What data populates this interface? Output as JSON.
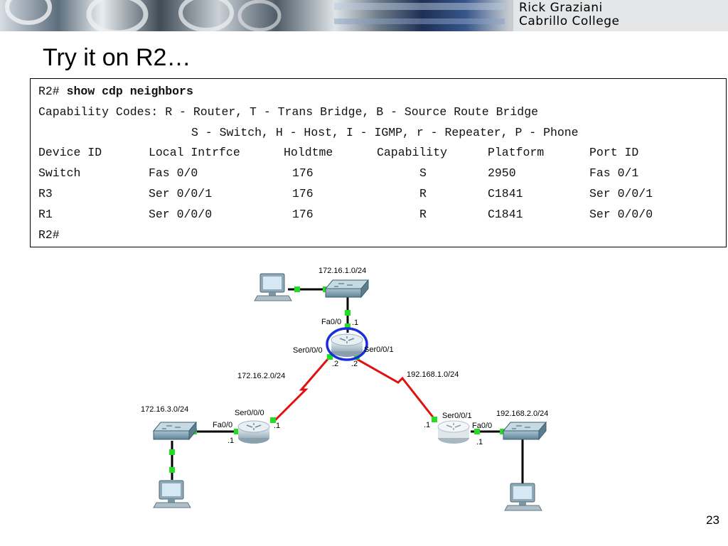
{
  "banner": {
    "line1": "Rick Graziani",
    "line2": "Cabrillo College"
  },
  "slide": {
    "title": "Try it on R2…",
    "page_number": "23"
  },
  "cli": {
    "prompt": "R2#",
    "command": "show cdp neighbors",
    "cap_line1": "Capability Codes: R - Router, T - Trans Bridge, B - Source Route Bridge",
    "cap_line2": "S - Switch, H - Host, I - IGMP, r - Repeater, P - Phone",
    "headers": [
      "Device ID",
      "Local Intrfce",
      "Holdtme",
      "Capability",
      "Platform",
      "Port ID"
    ],
    "rows": [
      [
        "Switch",
        "Fas 0/0",
        "176",
        "S",
        "2950",
        "Fas 0/1"
      ],
      [
        "R3",
        "Ser 0/0/1",
        "176",
        "R",
        "C1841",
        "Ser 0/0/1"
      ],
      [
        "R1",
        "Ser 0/0/0",
        "176",
        "R",
        "C1841",
        "Ser 0/0/0"
      ]
    ],
    "end_prompt": "R2#"
  },
  "diagram": {
    "labels": {
      "net_top": "172.16.1.0/24",
      "r2_fa": "Fa0/0",
      "r2_fa_ip": ".1",
      "r2_s0": "Ser0/0/0",
      "r2_s1": "Ser0/0/1",
      "r2_s0_ip": ".2",
      "r2_s1_ip": ".2",
      "net_left_serial": "172.16.2.0/24",
      "net_right_serial": "192.168.1.0/24",
      "net_left_lan": "172.16.3.0/24",
      "r1_s0": "Ser0/0/0",
      "r1_s0_ip": ".1",
      "r1_fa": "Fa0/0",
      "r1_fa_ip": ".1",
      "net_right_lan": "192.168.2.0/24",
      "r3_s1": "Ser0/0/1",
      "r3_s1_ip": ".1",
      "r3_fa": "Fa0/0",
      "r3_fa_ip": ".1"
    },
    "colors": {
      "serial_link": "#e01010",
      "ethernet_link": "#000000",
      "port_dot": "#22dd22",
      "highlight": "#1a2ee0"
    }
  }
}
